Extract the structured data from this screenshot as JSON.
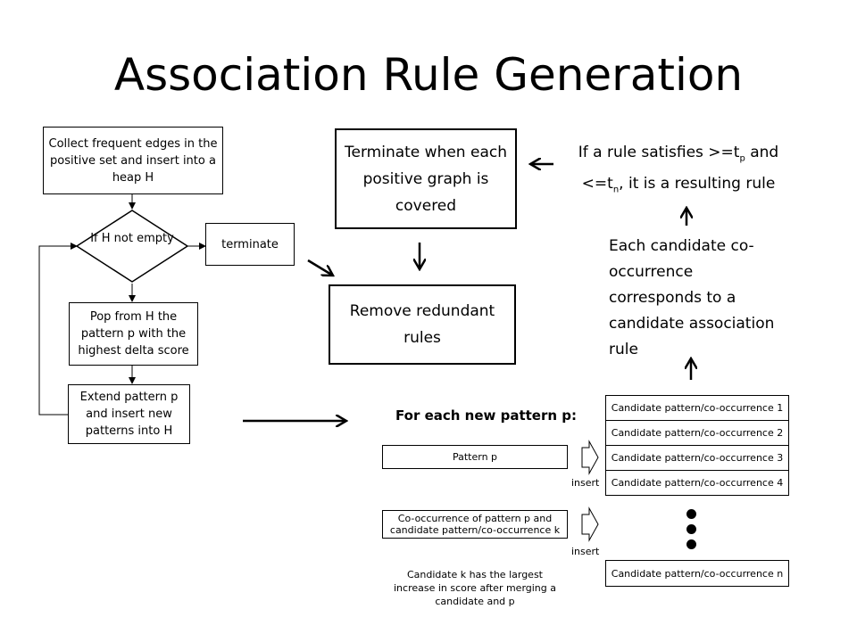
{
  "title": "Association Rule Generation",
  "flowchart": {
    "collect": "Collect frequent edges in the positive set and insert into a heap H",
    "decision": "If H not empty",
    "terminate": "terminate",
    "pop": "Pop from H the pattern p with the highest delta score",
    "extend": "Extend pattern p and insert new patterns into H"
  },
  "main": {
    "terminate_box": "Terminate when each positive graph is covered",
    "remove_box": "Remove redundant rules",
    "rule_line1_pre": "If a rule satisfies >=t",
    "rule_line1_sub": "p",
    "rule_line1_post": " and",
    "rule_line2_pre": "<=t",
    "rule_line2_sub": "n",
    "rule_line2_post": ", it is a resulting rule",
    "candidate_text": "Each candidate co-occurrence corresponds to a candidate association rule"
  },
  "detail": {
    "heading": "For each new pattern p:",
    "pattern_box": "Pattern p",
    "cooccur_box": "Co-occurrence of pattern p and candidate pattern/co-occurrence k",
    "insert1": "insert",
    "insert2": "insert",
    "note": "Candidate k has the largest increase in score after merging a candidate and p",
    "candidates": [
      "Candidate pattern/co-occurrence 1",
      "Candidate pattern/co-occurrence 2",
      "Candidate pattern/co-occurrence 3",
      "Candidate pattern/co-occurrence 4"
    ],
    "candidate_last": "Candidate pattern/co-occurrence n"
  }
}
